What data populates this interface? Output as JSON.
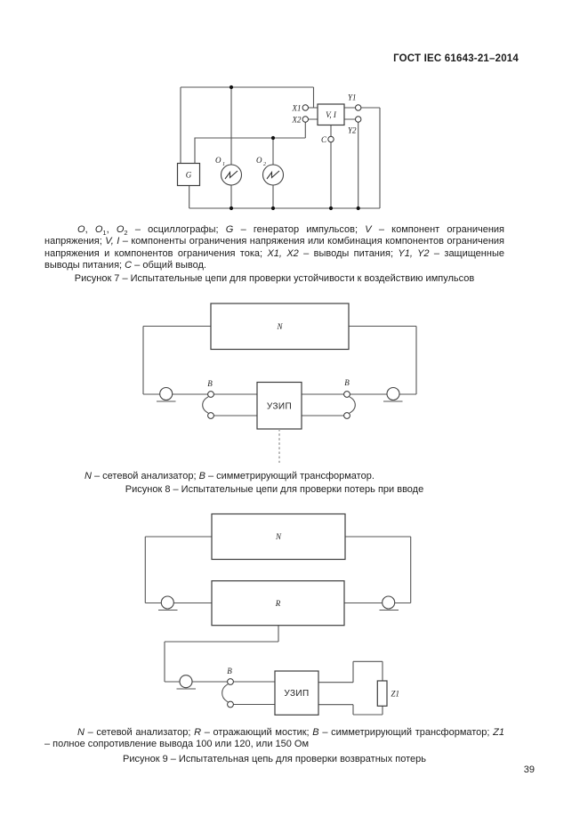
{
  "page": {
    "header_title": "ГОСТ IEC 61643-21–2014",
    "page_number": "39"
  },
  "figure7": {
    "labels": {
      "x1": "X1",
      "x2": "X2",
      "y1": "Y1",
      "y2": "Y2",
      "c": "C",
      "vi": "V, I",
      "g": "G",
      "o1": "O",
      "o1_sub": "1",
      "o2": "O",
      "o2_sub": "2"
    },
    "note_runs": [
      {
        "t": "O",
        "i": 1
      },
      {
        "t": ", "
      },
      {
        "t": "O",
        "i": 1
      },
      {
        "t": "1",
        "sub": 1
      },
      {
        "t": ", "
      },
      {
        "t": "O",
        "i": 1
      },
      {
        "t": "2",
        "sub": 1
      },
      {
        "t": " – осциллографы; "
      },
      {
        "t": "G",
        "i": 1
      },
      {
        "t": " – генератор импульсов; "
      },
      {
        "t": "V",
        "i": 1
      },
      {
        "t": " – компонент ограничения напряжения; "
      },
      {
        "t": "V, I",
        "i": 1
      },
      {
        "t": " – компоненты ограничения напряжения или комбинация компонентов ограничения напряжения и компонентов ограничения тока; "
      },
      {
        "t": "X1, X2",
        "i": 1
      },
      {
        "t": " – выводы питания; "
      },
      {
        "t": "Y1, Y2",
        "i": 1
      },
      {
        "t": " – защищенные выводы питания; "
      },
      {
        "t": "C",
        "i": 1
      },
      {
        "t": " – общий вывод."
      }
    ],
    "caption": "Рисунок 7 – Испытательные цепи для проверки устойчивости  к воздействию импульсов"
  },
  "figure8": {
    "labels": {
      "n": "N",
      "b": "B",
      "uzip": "УЗИП"
    },
    "note_runs": [
      {
        "t": "N",
        "i": 1
      },
      {
        "t": " – сетевой анализатор; "
      },
      {
        "t": "B",
        "i": 1
      },
      {
        "t": " – симметрирующий трансформатор."
      }
    ],
    "caption": "Рисунок 8 – Испытательные цепи для проверки потерь при вводе"
  },
  "figure9": {
    "labels": {
      "n": "N",
      "r": "R",
      "b": "B",
      "uzip": "УЗИП",
      "z1": "Z1"
    },
    "note_runs": [
      {
        "t": "N",
        "i": 1
      },
      {
        "t": " – сетевой анализатор; "
      },
      {
        "t": "R",
        "i": 1
      },
      {
        "t": " – отражающий мостик; "
      },
      {
        "t": "B",
        "i": 1
      },
      {
        "t": " – симметрирующий трансформатор; "
      },
      {
        "t": "Z1",
        "i": 1
      },
      {
        "t": " – полное сопротивление  вывода 100 или 120, или 150 Ом"
      }
    ],
    "caption": "Рисунок 9 – Испытательная цепь для проверки возвратных потерь"
  }
}
